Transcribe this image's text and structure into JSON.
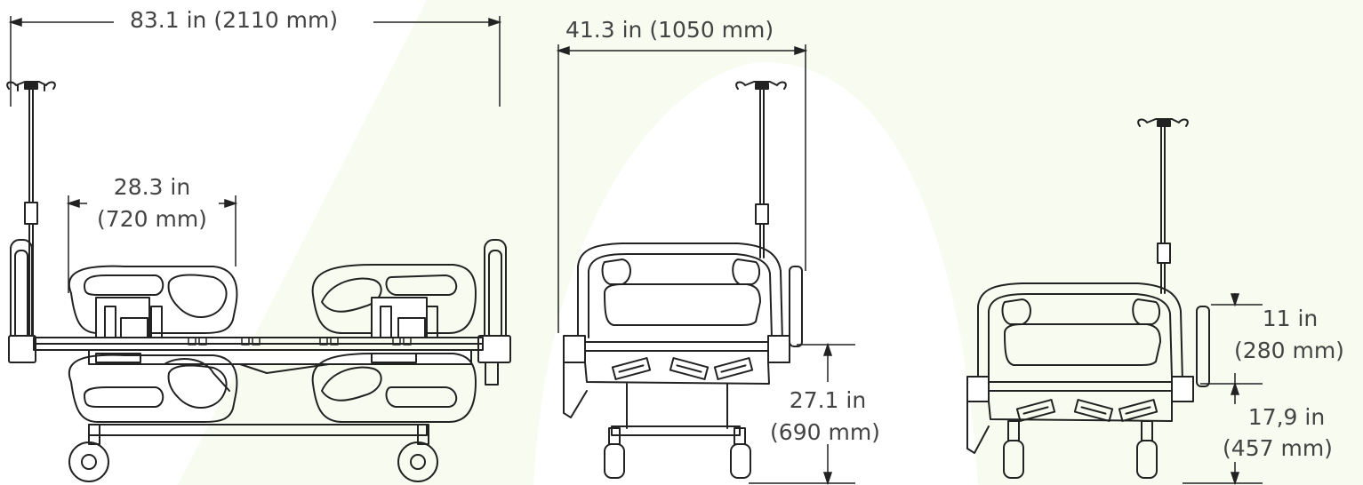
{
  "dimensions": {
    "overall_length": "83.1 in (2110 mm)",
    "overall_width": "41.3 in (1050 mm)",
    "siderail_length_in": "28.3 in",
    "siderail_length_mm": "(720 mm)",
    "max_height_in": "27.1 in",
    "max_height_mm": "(690 mm)",
    "rail_height_in": "11 in",
    "rail_height_mm": "(280 mm)",
    "min_height_in": "17,9 in",
    "min_height_mm": "(457 mm)"
  },
  "colors": {
    "line": "#222222",
    "text": "#444444",
    "background_tint": "#f7fbee",
    "panel_fill": "#ffffff"
  }
}
